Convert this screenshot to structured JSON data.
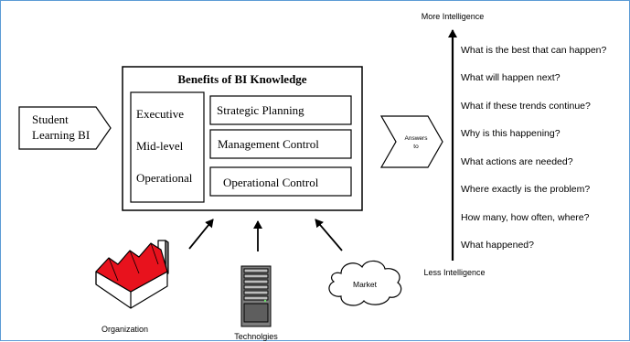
{
  "input": {
    "lines": [
      "Student",
      "Learning BI"
    ]
  },
  "benefits": {
    "title": "Benefits of BI Knowledge",
    "levels": [
      "Executive",
      "Mid-level",
      "Operational"
    ],
    "controls": [
      "Strategic Planning",
      "Management Control",
      "Operational Control"
    ]
  },
  "answers": {
    "lines": [
      "Answers",
      "to"
    ]
  },
  "intelligence": {
    "top_label": "More Intelligence",
    "bottom_label": "Less Intelligence",
    "questions": [
      "What is the best that can happen?",
      "What will happen next?",
      "What if these trends continue?",
      "Why is this happening?",
      "What actions are needed?",
      "Where exactly is the problem?",
      "How many, how often, where?",
      "What happened?"
    ]
  },
  "sources": {
    "organization": "Organization",
    "technologies": "Technolgies",
    "market": "Market"
  },
  "colors": {
    "factory_roof": "#e8121d",
    "frame_border": "#5b9bd5",
    "line": "#000000"
  }
}
